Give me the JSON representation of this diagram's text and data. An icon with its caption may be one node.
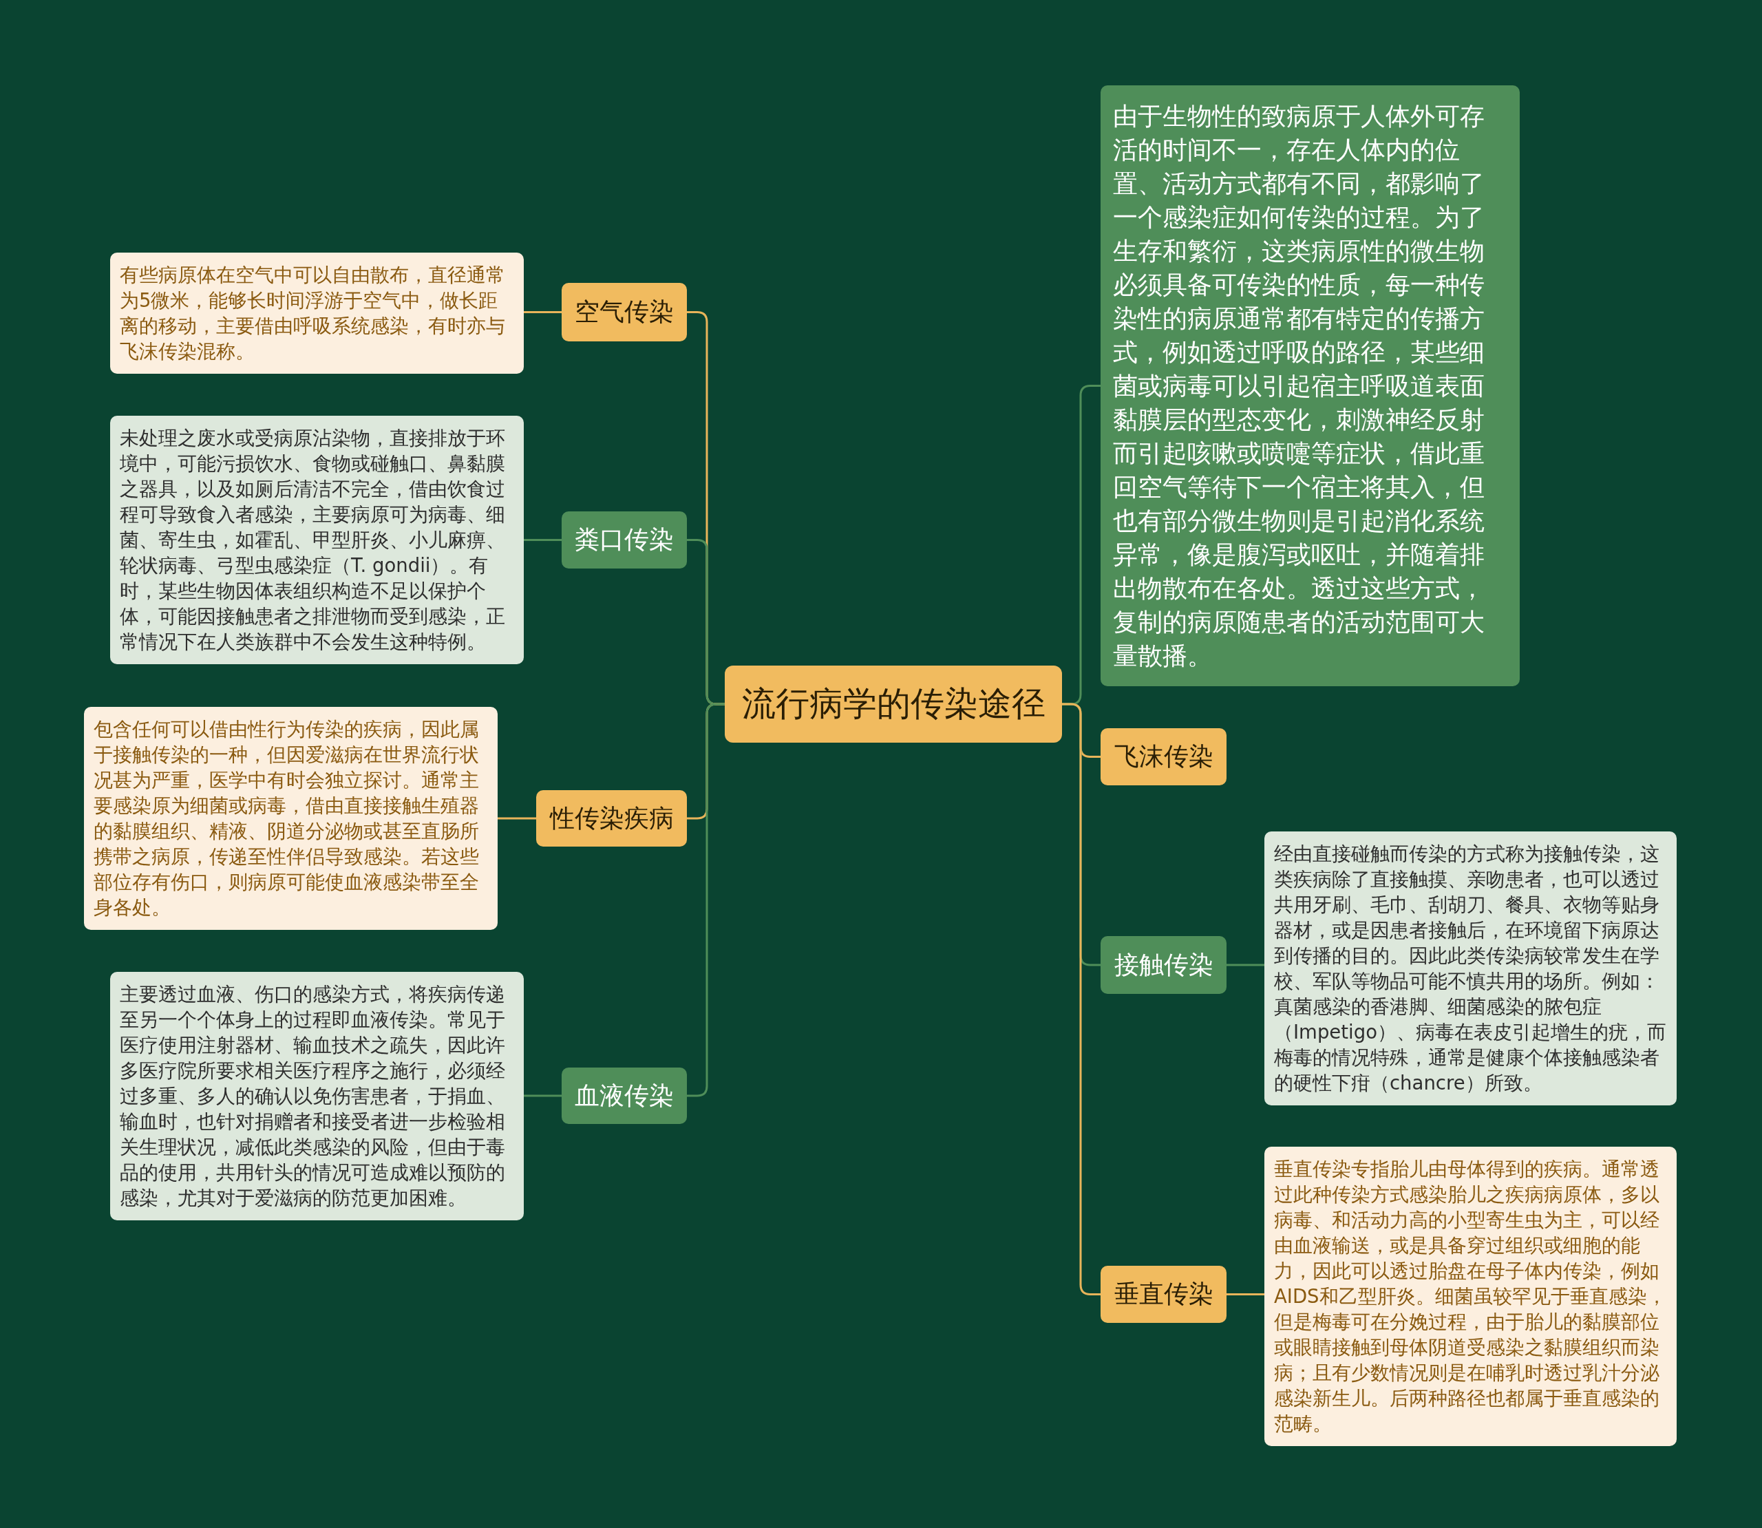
{
  "diagram": {
    "nodes": [
      {
        "text": [
          "流行病学的传染途径"
        ]
      },
      {
        "text": [
          "空气传染"
        ]
      },
      {
        "text": [
          "有些病原体在空气中可以自由散布，直径通常为5微米，能够长时间浮游于空气中，做长距离的移动，主要借由呼吸系统感染，有时亦与飞沫传染混称。"
        ]
      },
      {
        "text": [
          "粪口传染"
        ]
      },
      {
        "text": [
          "未处理之废水或受病原沾染物，直接排放于环境中，可能污损饮水、食物或碰触口、鼻黏膜之器具，以及如厕后清洁不完全，借由饮食过程可导致食入者感染，主要病原可为病毒、细菌、寄生虫，如霍乱、甲型肝炎、小儿麻痹、轮状病毒、弓型虫感染症（T. gondii）。有时，某些生物因体表组织构造不足以保护个体，可能因接触患者之排泄物而受到感染，正常情况下在人类族群中不会发生这种特例。"
        ]
      },
      {
        "text": [
          "性传染疾病"
        ]
      },
      {
        "text": [
          "包含任何可以借由性行为传染的疾病，因此属于接触传染的一种，但因爱滋病在世界流行状况甚为严重，医学中有时会独立探讨。通常主要感染原为细菌或病毒，借由直接接触生殖器的黏膜组织、精液、阴道分泌物或甚至直肠所携带之病原，传递至性伴侣导致感染。若这些部位存有伤口，则病原可能使血液感染带至全身各处。"
        ]
      },
      {
        "text": [
          "血液传染"
        ]
      },
      {
        "text": [
          "主要透过血液、伤口的感染方式，将疾病传递至另一个个体身上的过程即血液传染。常见于医疗使用注射器材、输血技术之疏失，因此许多医疗院所要求相关医疗程序之施行，必须经过多重、多人的确认以免伤害患者，于捐血、输血时，也针对捐赠者和接受者进一步检验相关生理状况，减低此类感染的风险，但由于毒品的使用，共用针头的情况可造成难以预防的感染，尤其对于爱滋病的防范更加困难。"
        ]
      },
      {
        "text": [
          "由于生物性的致病原于人体外可存活的时间不一，存在人体内的位置、活动方式都有不同，都影响了一个感染症如何传染的过程。为了生存和繁衍，这类病原性的微生物必须具备可传染的性质，每一种传染性的病原通常都有特定的传播方式，例如透过呼吸的路径，某些细菌或病毒可以引起宿主呼吸道表面黏膜层的型态变化，刺激神经反射而引起咳嗽或喷嚏等症状，借此重回空气等待下一个宿主将其入，但也有部分微生物则是引起消化系统异常，像是腹泻或呕吐，并随着排出物散布在各处。透过这些方式，复制的病原随患者的活动范围可大量散播。"
        ]
      },
      {
        "text": [
          "飞沫传染"
        ]
      },
      {
        "text": [
          "接触传染"
        ]
      },
      {
        "text": [
          "经由直接碰触而传染的方式称为接触传染，这类疾病除了直接触摸、亲吻患者，也可以透过共用牙刷、毛巾、刮胡刀、餐具、衣物等贴身器材，或是因患者接触后，在环境留下病原达到传播的目的。因此此类传染病较常发生在学校、军队等物品可能不慎共用的场所。例如：真菌感染的香港脚、细菌感染的脓包症（Impetigo）、病毒在表皮引起增生的疣，而梅毒的情况特殊，通常是健康个体接触感染者的硬性下疳（chancre）所致。"
        ]
      },
      {
        "text": [
          "垂直传染"
        ]
      },
      {
        "text": [
          "垂直传染专指胎儿由母体得到的疾病。通常透过此种传染方式感染胎儿之疾病病原体，多以病毒、和活动力高的小型寄生虫为主，可以经由血液输送，或是具备穿过组织或细胞的能力，因此可以透过胎盘在母子体内传染，例如AIDS和乙型肝炎。细菌虽较罕见于垂直感染，但是梅毒可在分娩过程，由于胎儿的黏膜部位或眼睛接触到母体阴道受感染之黏膜组织而染病；且有少数情况则是在哺乳时透过乳汁分泌感染新生儿。后两种路径也都属于垂直感染的范畴。"
        ]
      }
    ],
    "edges": [
      {
        "from": 0,
        "to": 1,
        "arrow": "none",
        "color": "#e8b45a"
      },
      {
        "from": 0,
        "to": 3,
        "arrow": "none",
        "color": "#4f8e59"
      },
      {
        "from": 0,
        "to": 5,
        "arrow": "none",
        "color": "#e8b45a"
      },
      {
        "from": 0,
        "to": 7,
        "arrow": "none",
        "color": "#4f8e59"
      },
      {
        "from": 0,
        "to": 9,
        "arrow": "none",
        "color": "#4f8e59"
      },
      {
        "from": 0,
        "to": 10,
        "arrow": "none",
        "color": "#e8b45a"
      },
      {
        "from": 0,
        "to": 11,
        "arrow": "none",
        "color": "#4f8e59"
      },
      {
        "from": 0,
        "to": 13,
        "arrow": "none",
        "color": "#e8b45a"
      },
      {
        "from": 1,
        "to": 2,
        "arrow": "none",
        "color": "#e8b45a"
      },
      {
        "from": 3,
        "to": 4,
        "arrow": "none",
        "color": "#4f8e59"
      },
      {
        "from": 5,
        "to": 6,
        "arrow": "none",
        "color": "#e8b45a"
      },
      {
        "from": 7,
        "to": 8,
        "arrow": "none",
        "color": "#4f8e59"
      },
      {
        "from": 11,
        "to": 12,
        "arrow": "none",
        "color": "#4f8e59"
      },
      {
        "from": 13,
        "to": 14,
        "arrow": "none",
        "color": "#e8b45a"
      }
    ]
  }
}
